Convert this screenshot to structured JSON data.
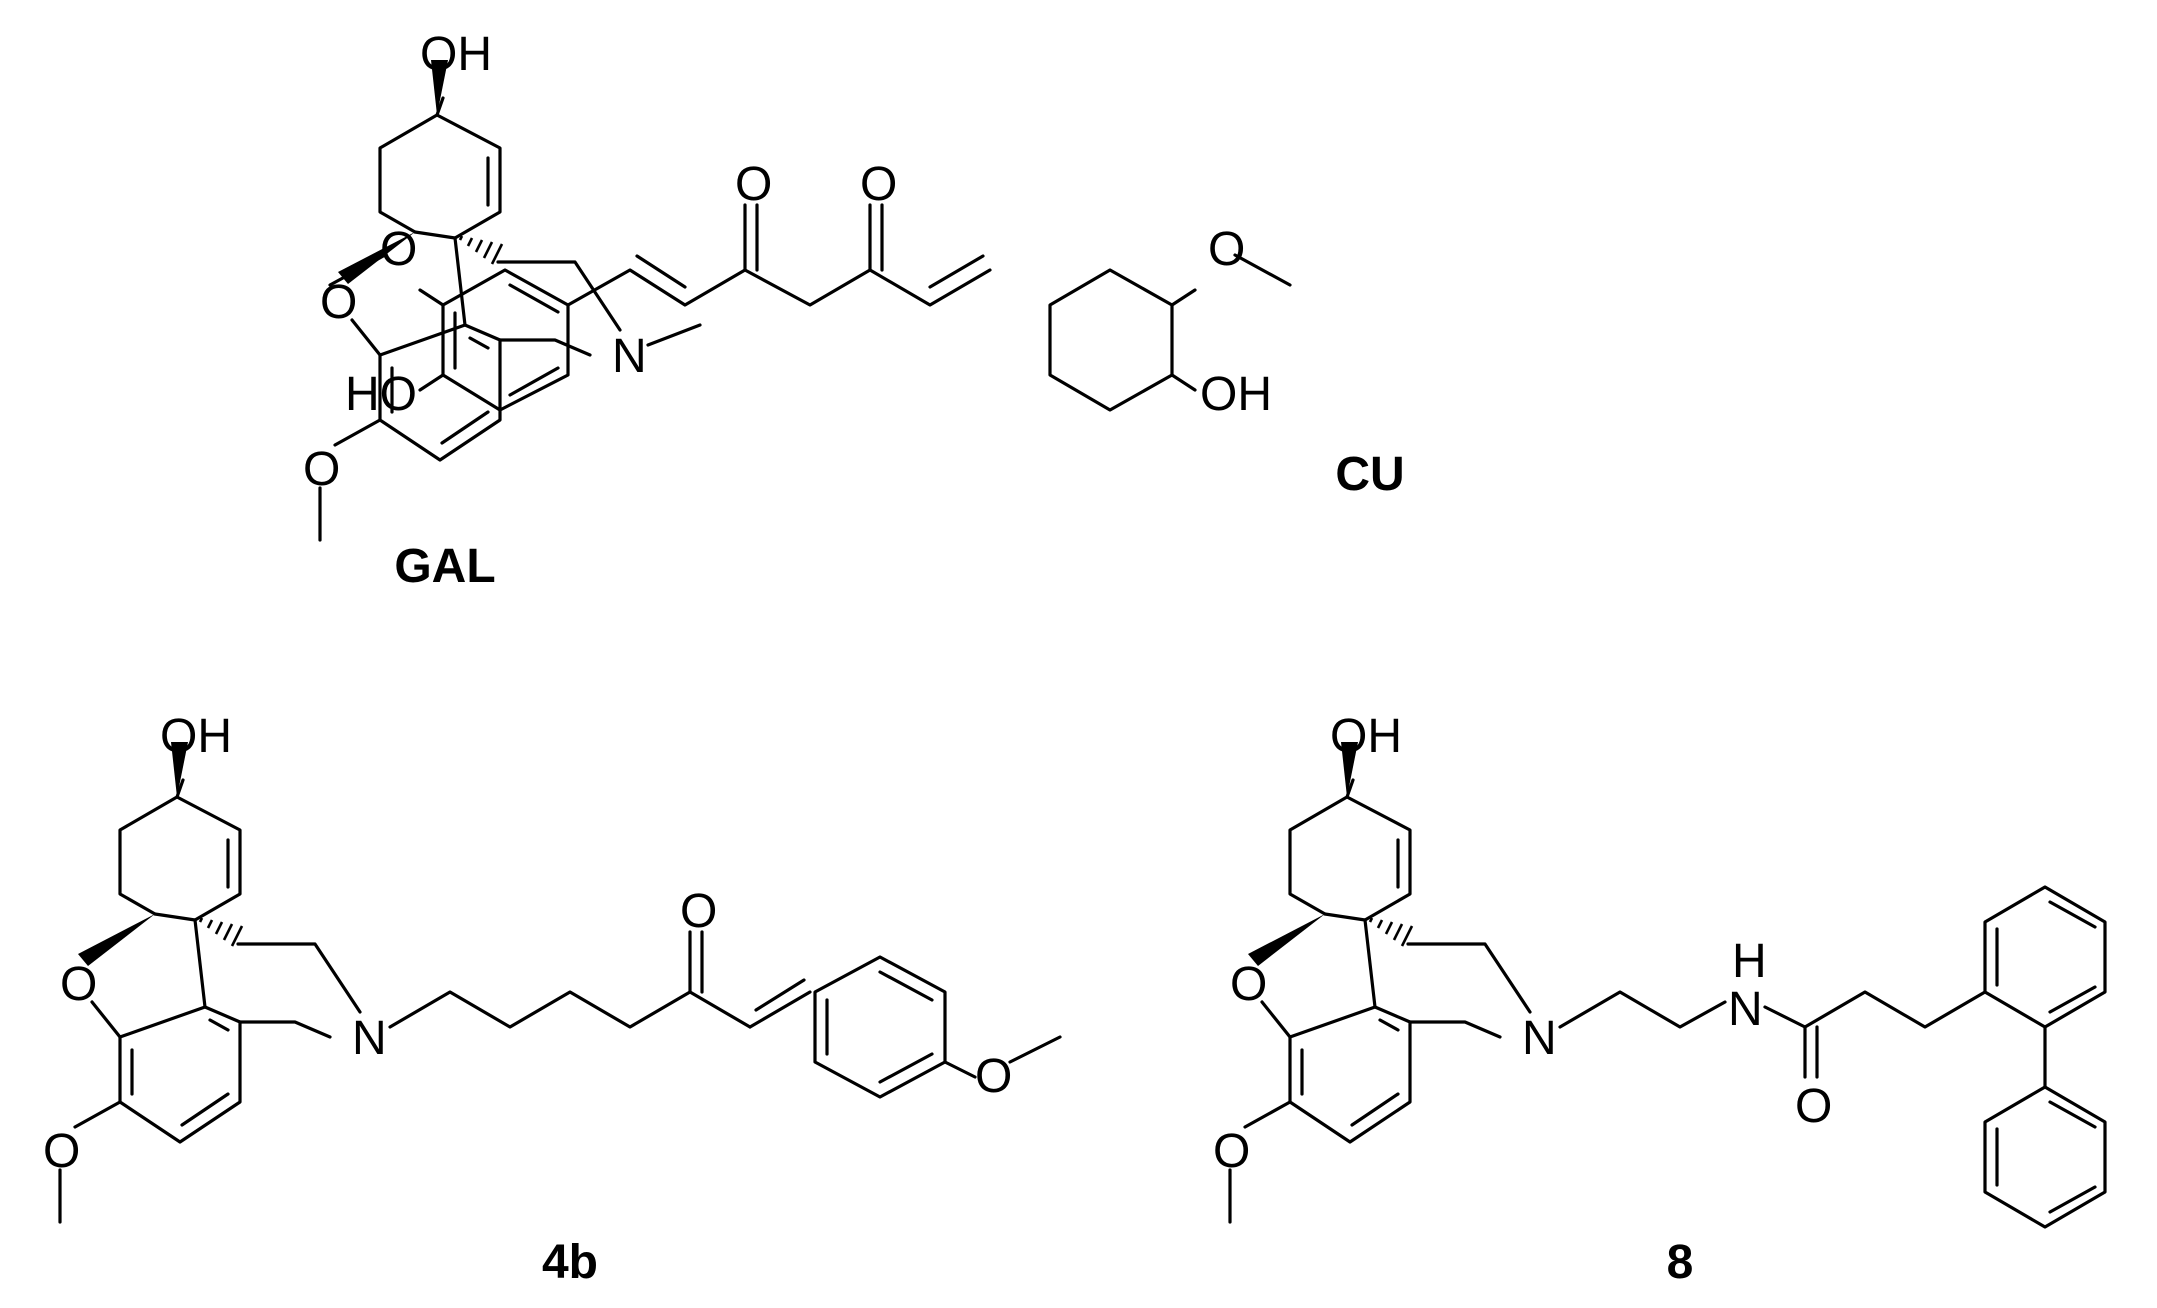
{
  "compounds": [
    {
      "id": "GAL",
      "label": "GAL",
      "atoms": {
        "OH": "OH",
        "O_ring": "O",
        "N": "N",
        "O_methoxy": "O"
      }
    },
    {
      "id": "CU",
      "label": "CU",
      "atoms": {
        "O_keto1": "O",
        "O_keto2": "O",
        "O_methoxy_left": "O",
        "O_methoxy_right": "O",
        "HO_left": "HO",
        "OH_right": "OH"
      }
    },
    {
      "id": "4b",
      "label": "4b",
      "atoms": {
        "OH": "OH",
        "O_ring": "O",
        "N": "N",
        "O_methoxy": "O",
        "O_keto": "O",
        "O_aryl_methoxy": "O"
      }
    },
    {
      "id": "8",
      "label": "8",
      "atoms": {
        "OH": "OH",
        "O_ring": "O",
        "N": "N",
        "O_methoxy": "O",
        "H_amide": "H",
        "N_amide": "N",
        "O_amide": "O"
      }
    }
  ]
}
